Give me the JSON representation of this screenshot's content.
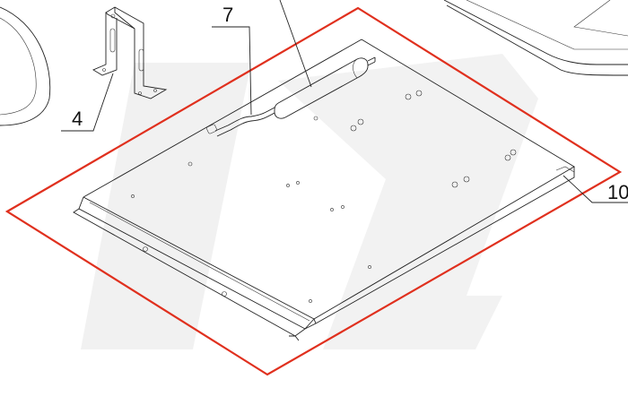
{
  "diagram": {
    "callouts": [
      {
        "id": "4",
        "text": "4"
      },
      {
        "id": "7",
        "text": "7"
      },
      {
        "id": "10",
        "text": "10"
      }
    ],
    "highlight_color": "#e0301e",
    "line_color": "#222222",
    "watermark_color": "#f1f1f1"
  }
}
